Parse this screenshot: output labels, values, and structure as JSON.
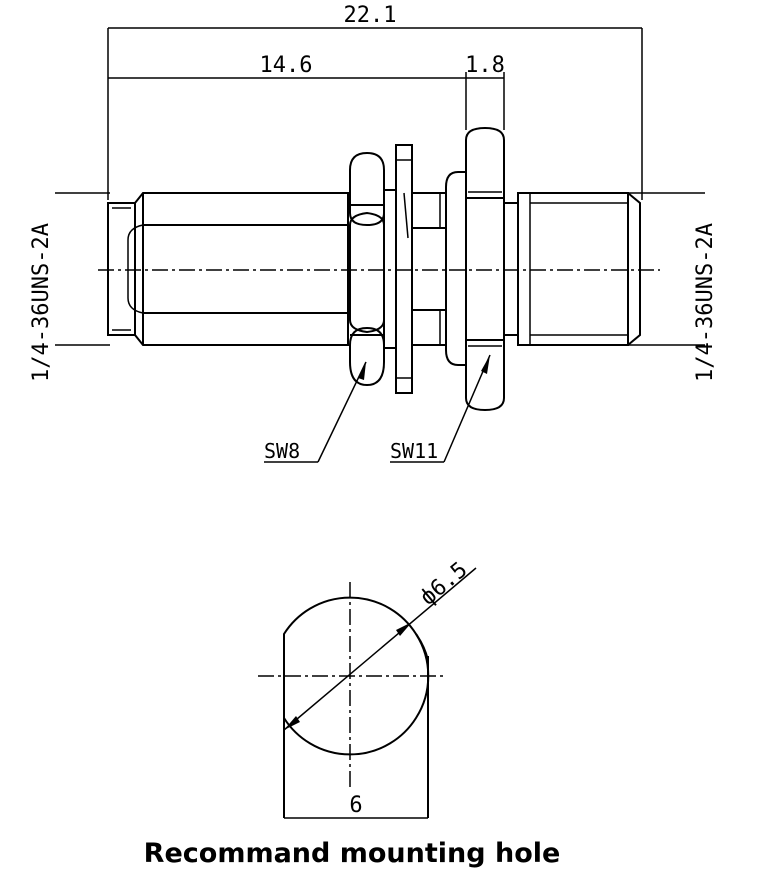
{
  "dimensions": {
    "overall_length": "22.1",
    "body_length": "14.6",
    "nut_thickness": "1.8",
    "hole_diameter": "ф6.5",
    "flat_width": "6"
  },
  "threads": {
    "left": "1/4-36UNS-2A",
    "right": "1/4-36UNS-2A"
  },
  "wrench_sizes": {
    "small_nut": "SW8",
    "large_nut": "SW11"
  },
  "caption": "Recommand mounting hole"
}
